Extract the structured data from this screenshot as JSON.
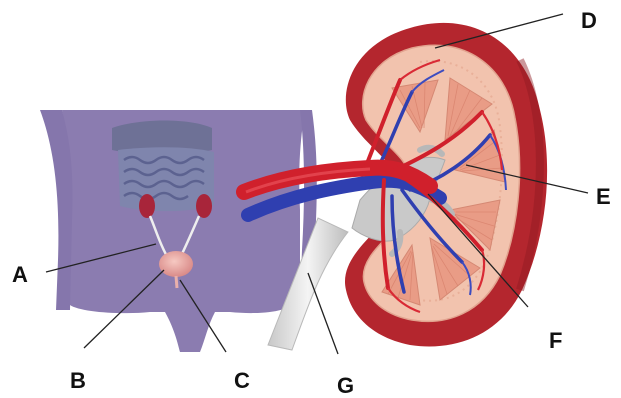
{
  "labels": {
    "a": "A",
    "b": "B",
    "c": "C",
    "d": "D",
    "e": "E",
    "f": "F",
    "g": "G"
  },
  "colors": {
    "body_silhouette": "#8b7cb0",
    "kidney_capsule": "#b4262e",
    "cortex": "#f2c3ae",
    "artery": "#d0202c",
    "vein": "#2f3fb0",
    "ureter": "#e6e6e6"
  }
}
